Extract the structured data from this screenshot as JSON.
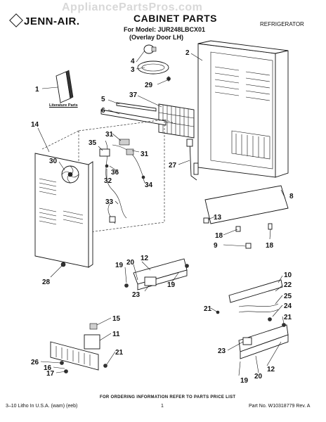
{
  "watermark": "AppliancePartsPros.com",
  "brand": "JENN-AIR.",
  "title": "CABINET PARTS",
  "model_line": "For Model: JUR248LBCX01",
  "variant_line": "(Overlay Door LH)",
  "appliance": "REFRIGERATOR",
  "literature_label": "Literature Parts",
  "footer": {
    "note": "FOR ORDERING INFORMATION REFER TO PARTS PRICE LIST",
    "left": "3–10 Litho In U.S.A. (wam) (eeb)",
    "page": "1",
    "right": "Part No. W10318779 Rev. A"
  },
  "callouts": [
    "1",
    "2",
    "3",
    "4",
    "29",
    "5",
    "6",
    "37",
    "14",
    "31",
    "35",
    "30",
    "36",
    "32",
    "31",
    "34",
    "27",
    "33",
    "8",
    "13",
    "18",
    "9",
    "18",
    "28",
    "12",
    "19",
    "20",
    "23",
    "19",
    "10",
    "22",
    "25",
    "24",
    "21",
    "21",
    "15",
    "11",
    "21",
    "26",
    "16",
    "17",
    "23",
    "19",
    "20",
    "12"
  ]
}
